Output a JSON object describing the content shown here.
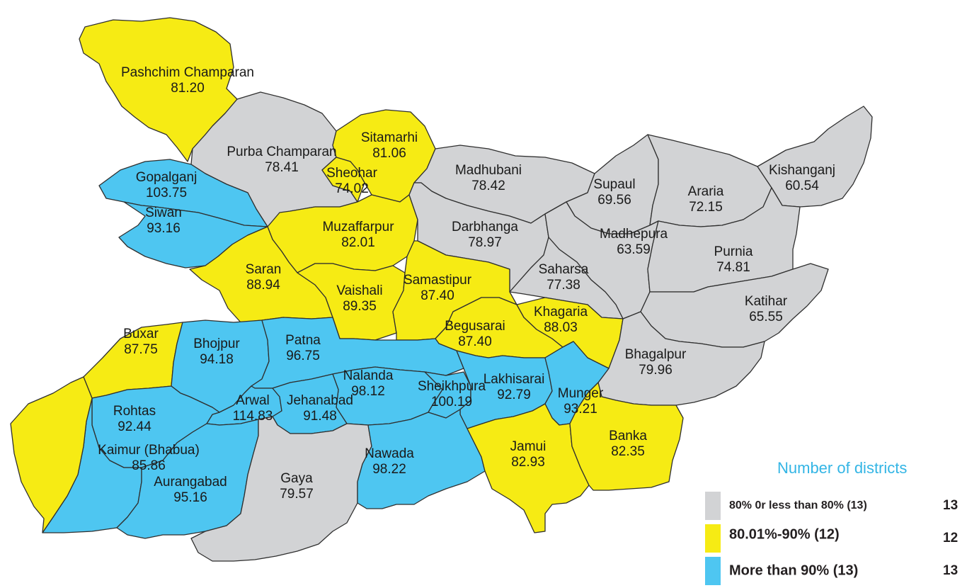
{
  "colors": {
    "low": "#d2d3d5",
    "mid": "#f6eb14",
    "high": "#4ec6f1",
    "legend_title": "#33b5e5"
  },
  "legend": {
    "title": "Number of districts",
    "items": [
      {
        "key": "low",
        "label": "80% 0r less than 80% (13)",
        "count": "13"
      },
      {
        "key": "mid",
        "label": "80.01%-90% (12)",
        "count": "12"
      },
      {
        "key": "high",
        "label": "More than 90% (13)",
        "count": "13"
      }
    ]
  },
  "districts": [
    {
      "id": "pashchim-champaran",
      "name": "Pashchim Champaran",
      "value": "81.20",
      "category": "mid"
    },
    {
      "id": "purba-champaran",
      "name": "Purba Champaran",
      "value": "78.41",
      "category": "low"
    },
    {
      "id": "sitamarhi",
      "name": "Sitamarhi",
      "value": "81.06",
      "category": "mid"
    },
    {
      "id": "sheohar",
      "name": "Sheohar",
      "value": "74.02",
      "category": "mid"
    },
    {
      "id": "madhubani",
      "name": "Madhubani",
      "value": "78.42",
      "category": "low"
    },
    {
      "id": "supaul",
      "name": "Supaul",
      "value": "69.56",
      "category": "low"
    },
    {
      "id": "araria",
      "name": "Araria",
      "value": "72.15",
      "category": "low"
    },
    {
      "id": "kishanganj",
      "name": "Kishanganj",
      "value": "60.54",
      "category": "low"
    },
    {
      "id": "gopalganj",
      "name": "Gopalganj",
      "value": "103.75",
      "category": "high"
    },
    {
      "id": "siwan",
      "name": "Siwan",
      "value": "93.16",
      "category": "high"
    },
    {
      "id": "muzaffarpur",
      "name": "Muzaffarpur",
      "value": "82.01",
      "category": "mid"
    },
    {
      "id": "darbhanga",
      "name": "Darbhanga",
      "value": "78.97",
      "category": "low"
    },
    {
      "id": "madhepura",
      "name": "Madhepura",
      "value": "63.59",
      "category": "low"
    },
    {
      "id": "purnia",
      "name": "Purnia",
      "value": "74.81",
      "category": "low"
    },
    {
      "id": "saran",
      "name": "Saran",
      "value": "88.94",
      "category": "mid"
    },
    {
      "id": "vaishali",
      "name": "Vaishali",
      "value": "89.35",
      "category": "mid"
    },
    {
      "id": "samastipur",
      "name": "Samastipur",
      "value": "87.40",
      "category": "mid"
    },
    {
      "id": "saharsa",
      "name": "Saharsa",
      "value": "77.38",
      "category": "low"
    },
    {
      "id": "katihar",
      "name": "Katihar",
      "value": "65.55",
      "category": "low"
    },
    {
      "id": "begusarai",
      "name": "Begusarai",
      "value": "87.40",
      "category": "mid"
    },
    {
      "id": "khagaria",
      "name": "Khagaria",
      "value": "88.03",
      "category": "mid"
    },
    {
      "id": "buxar",
      "name": "Buxar",
      "value": "87.75",
      "category": "mid"
    },
    {
      "id": "bhojpur",
      "name": "Bhojpur",
      "value": "94.18",
      "category": "high"
    },
    {
      "id": "patna",
      "name": "Patna",
      "value": "96.75",
      "category": "high"
    },
    {
      "id": "bhagalpur",
      "name": "Bhagalpur",
      "value": "79.96",
      "category": "low"
    },
    {
      "id": "nalanda",
      "name": "Nalanda",
      "value": "98.12",
      "category": "high"
    },
    {
      "id": "sheikhpura",
      "name": "Sheikhpura",
      "value": "100.19",
      "category": "high"
    },
    {
      "id": "lakhisarai",
      "name": "Lakhisarai",
      "value": "92.79",
      "category": "high"
    },
    {
      "id": "munger",
      "name": "Munger",
      "value": "93.21",
      "category": "high"
    },
    {
      "id": "arwal",
      "name": "Arwal",
      "value": "114.83",
      "category": "high"
    },
    {
      "id": "jehanabad",
      "name": "Jehanabad",
      "value": "91.48",
      "category": "high"
    },
    {
      "id": "rohtas",
      "name": "Rohtas",
      "value": "92.44",
      "category": "high"
    },
    {
      "id": "kaimur",
      "name": "Kaimur (Bhabua)",
      "value": "85.86",
      "category": "high"
    },
    {
      "id": "aurangabad",
      "name": "Aurangabad",
      "value": "95.16",
      "category": "high"
    },
    {
      "id": "gaya",
      "name": "Gaya",
      "value": "79.57",
      "category": "low"
    },
    {
      "id": "nawada",
      "name": "Nawada",
      "value": "98.22",
      "category": "high"
    },
    {
      "id": "jamui",
      "name": "Jamui",
      "value": "82.93",
      "category": "mid"
    },
    {
      "id": "banka",
      "name": "Banka",
      "value": "82.35",
      "category": "mid"
    },
    {
      "id": "kaimur-west",
      "name": "",
      "value": "",
      "category": "mid"
    }
  ]
}
